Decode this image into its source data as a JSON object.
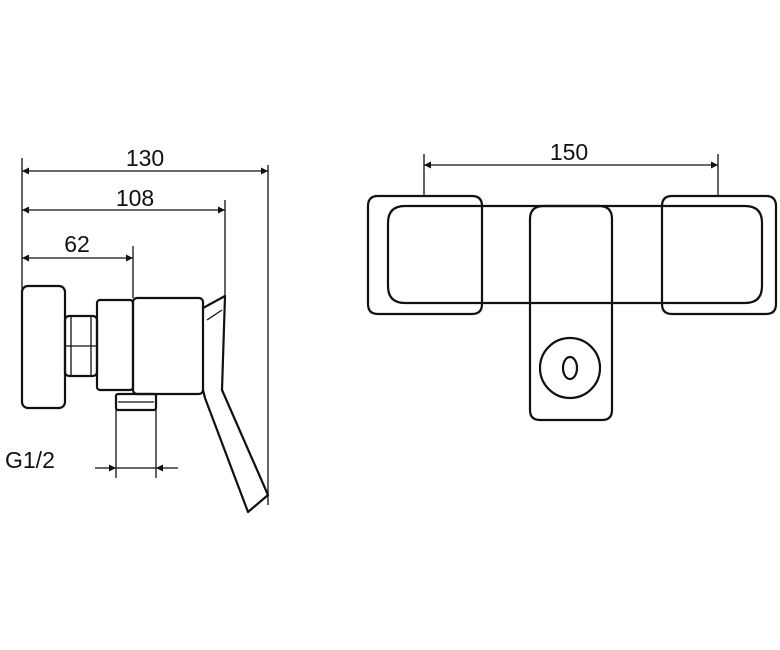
{
  "side_view": {
    "dimensions": [
      "130",
      "108",
      "62"
    ],
    "thread_label": "G1/2"
  },
  "front_view": {
    "dimensions": [
      "150"
    ]
  },
  "colors": {
    "line": "#111111",
    "background": "#ffffff"
  }
}
